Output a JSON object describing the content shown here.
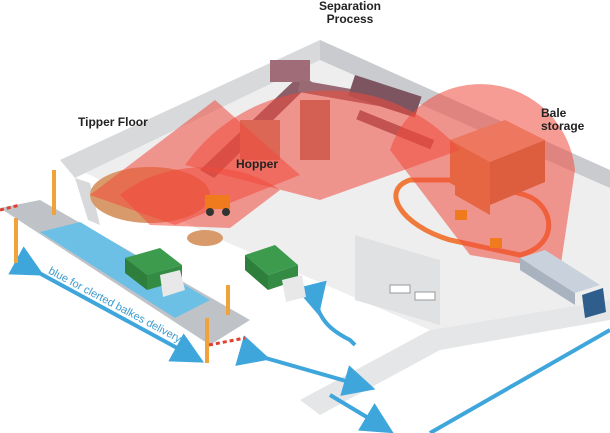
{
  "labels": {
    "separation_line1": "Separation",
    "separation_line2": "Process",
    "tipper_floor": "Tipper Floor",
    "hopper": "Hopper",
    "bale_storage": "Bale storage",
    "route_text": "blue for clerted balkes delivery"
  },
  "colors": {
    "zone_fill": "#f04a3c",
    "floor": "#f2f2f2",
    "wall": "#d9dbdd",
    "road": "#6cc0e6",
    "truck_cab": "#e8e8e8",
    "truck_bin": "#3c9b4c",
    "bale": "#e8a06a",
    "conveyor": "#8b5e6a"
  },
  "icons": {
    "arrows": "blue-double-arrow-icon",
    "gates": "barrier-gate-icon",
    "trucks": "garbage-truck-icon",
    "forklifts": "forklift-icon"
  }
}
